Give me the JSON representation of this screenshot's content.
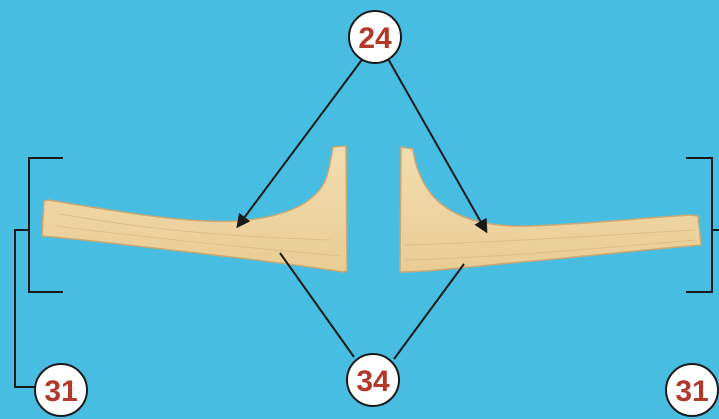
{
  "callouts": [
    {
      "id": "24",
      "label": "24"
    },
    {
      "id": "34-center",
      "label": "34"
    },
    {
      "id": "31-left",
      "label": "31"
    },
    {
      "id": "31-right",
      "label": "31"
    }
  ],
  "colors": {
    "background": "#47bde1",
    "wood": "#f0d8a6",
    "wood_edge": "#d8b87f",
    "callout_text": "#b2382a",
    "callout_fill": "#ffffff",
    "line": "#1a1a1a"
  }
}
